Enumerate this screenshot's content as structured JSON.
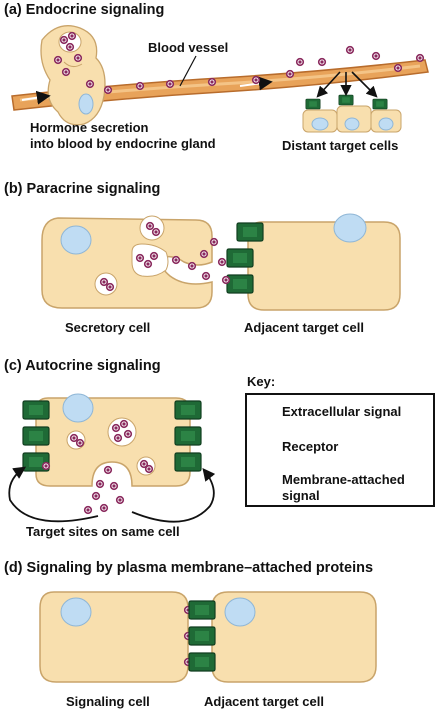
{
  "panels": {
    "a": {
      "title": "(a) Endocrine signaling",
      "blood_vessel_label": "Blood vessel",
      "secretion_caption_line1": "Hormone secretion",
      "secretion_caption_line2": "into blood by endocrine gland",
      "target_caption": "Distant target cells"
    },
    "b": {
      "title": "(b) Paracrine signaling",
      "left_caption": "Secretory cell",
      "right_caption": "Adjacent target cell"
    },
    "c": {
      "title": "(c) Autocrine signaling",
      "caption": "Target sites on same cell"
    },
    "d": {
      "title": "(d) Signaling by plasma membrane–attached proteins",
      "left_caption": "Signaling cell",
      "right_caption": "Adjacent target cell"
    }
  },
  "key": {
    "title": "Key:",
    "items": [
      {
        "label": "Extracellular signal",
        "icon": "extracellular-signal-icon"
      },
      {
        "label": "Receptor",
        "icon": "receptor-icon"
      },
      {
        "label_line1": "Membrane-attached",
        "label_line2": "signal",
        "icon": "membrane-attached-signal-icon"
      }
    ]
  },
  "colors": {
    "cell_fill": "#f8dfae",
    "cell_stroke": "#c9a46a",
    "nucleus": "#bfdcf3",
    "receptor": "#1f6a36",
    "receptor_dark": "#123f20",
    "signal": "#8a2a5e",
    "vessel": "#e8a35a",
    "vessel_dark": "#b86c2c"
  }
}
